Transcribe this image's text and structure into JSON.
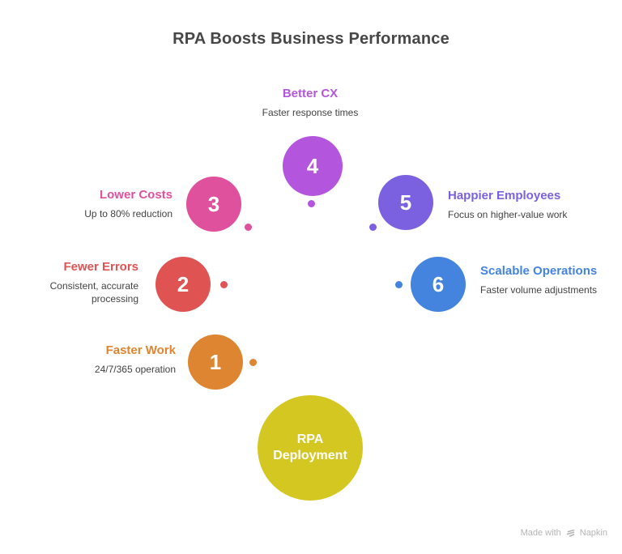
{
  "title": "RPA Boosts Business Performance",
  "center": {
    "label": "RPA Deployment",
    "color": "#d4c721"
  },
  "items": [
    {
      "number": "1",
      "label": "Faster Work",
      "description": "24/7/365 operation",
      "color": "#de8531"
    },
    {
      "number": "2",
      "label": "Fewer Errors",
      "description": "Consistent, accurate processing",
      "color": "#df5353"
    },
    {
      "number": "3",
      "label": "Lower Costs",
      "description": "Up to 80% reduction",
      "color": "#df519d"
    },
    {
      "number": "4",
      "label": "Better CX",
      "description": "Faster response times",
      "color": "#b356dd"
    },
    {
      "number": "5",
      "label": "Happier Employees",
      "description": "Focus on higher-value work",
      "color": "#7b61df"
    },
    {
      "number": "6",
      "label": "Scalable Operations",
      "description": "Faster volume adjustments",
      "color": "#4484df"
    }
  ],
  "footer": {
    "text": "Made with",
    "brand": "Napkin"
  },
  "colors": {
    "background": "#ffffff",
    "title": "#474747",
    "description": "#424242",
    "footer": "#b5b5b5"
  }
}
